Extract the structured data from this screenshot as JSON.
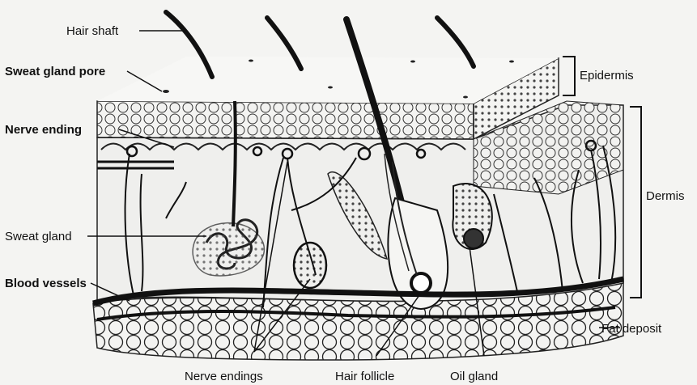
{
  "labels": {
    "hair_shaft": "Hair shaft",
    "sweat_gland_pore": "Sweat gland pore",
    "nerve_ending": "Nerve ending",
    "sweat_gland": "Sweat gland",
    "blood_vessels": "Blood vessels",
    "nerve_endings": "Nerve endings",
    "hair_follicle": "Hair follicle",
    "oil_gland": "Oil gland",
    "epidermis": "Epidermis",
    "dermis": "Dermis",
    "fat_deposit": "Fat deposit"
  },
  "colors": {
    "ink": "#111111",
    "background": "#f4f4f2",
    "epidermis_fill": "#e9e9e6",
    "dermis_fill": "#efefed"
  }
}
